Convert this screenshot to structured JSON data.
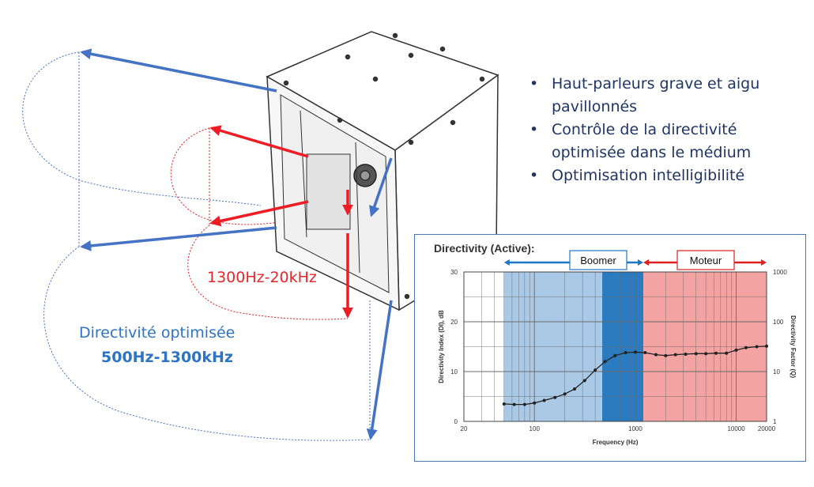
{
  "bullets": [
    "Haut-parleurs  grave et aigu pavillonnés",
    "Contrôle de la directivité optimisée dans le médium",
    "Optimisation intelligibilité"
  ],
  "bullet_glyph": "•",
  "labels": {
    "high_range": "1300Hz-20kHz",
    "directivity_label": "Directivité optimisée",
    "directivity_range": "500Hz-1300kHz"
  },
  "colors": {
    "blue_arrow": "#4472c4",
    "red_arrow": "#ee1c25",
    "blue_band": "#a9c9e6",
    "dark_blue_band": "#2a7bc0",
    "red_band": "#f4a3a3",
    "frame": "#4a7ab8"
  },
  "chart_data": {
    "type": "line",
    "title": "Directivity (Active):",
    "xlabel": "Frequency (Hz)",
    "ylabel": "Directivity Index (DI), dB",
    "y2label": "Directivity Factor (Q)",
    "xscale": "log",
    "xlim": [
      20,
      20000
    ],
    "ylim": [
      0,
      30
    ],
    "xticks": [
      "20",
      "100",
      "1000",
      "10000",
      "20000"
    ],
    "yticks": [
      "0",
      "10",
      "20",
      "30"
    ],
    "y2ticks": [
      "1",
      "10",
      "100",
      "1000"
    ],
    "grid": true,
    "bands": [
      {
        "name": "Boomer",
        "from": 50,
        "to": 1200
      },
      {
        "name": "Moteur",
        "from": 1200,
        "to": 20000
      }
    ],
    "highlight_band": {
      "from": 470,
      "to": 1200
    },
    "series": [
      {
        "x": [
          50,
          63,
          80,
          100,
          125,
          160,
          200,
          250,
          315,
          400,
          500,
          630,
          800,
          1000,
          1250,
          1600,
          2000,
          2500,
          3150,
          4000,
          5000,
          6300,
          8000,
          10000,
          12500,
          16000,
          20000
        ],
        "values": [
          3.5,
          3.4,
          3.4,
          3.7,
          4.2,
          4.8,
          5.5,
          6.5,
          8.2,
          10.3,
          12,
          13.2,
          13.8,
          13.9,
          13.8,
          13.4,
          13.2,
          13.4,
          13.5,
          13.6,
          13.6,
          13.7,
          13.7,
          14.3,
          14.8,
          15,
          15.1
        ]
      }
    ]
  }
}
